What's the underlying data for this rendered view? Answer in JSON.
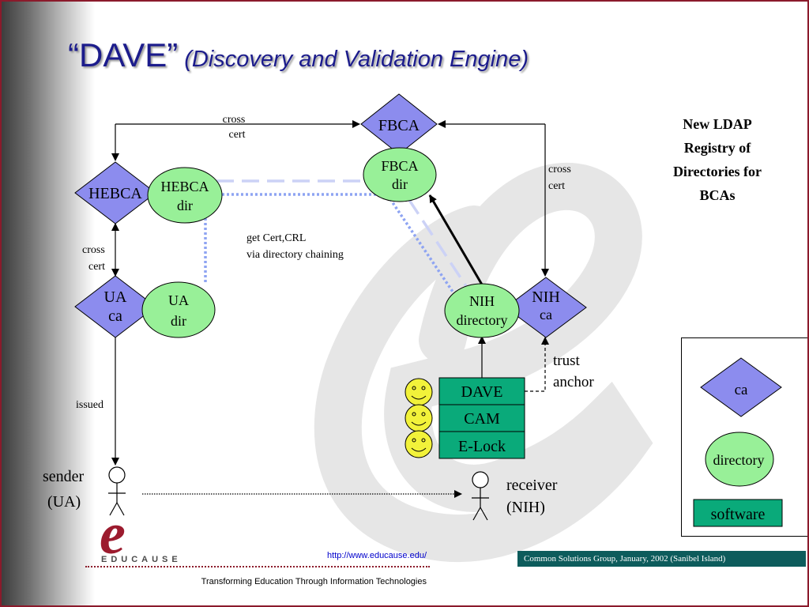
{
  "title": {
    "main": "“DAVE”",
    "sub": "(Discovery and Validation Engine)"
  },
  "nodes": {
    "fbca": "FBCA",
    "fbca_dir": [
      "FBCA",
      "dir"
    ],
    "hebca": "HEBCA",
    "hebca_dir": [
      "HEBCA",
      "dir"
    ],
    "ua_ca": [
      "UA",
      "ca"
    ],
    "ua_dir": [
      "UA",
      "dir"
    ],
    "nih_directory": [
      "NIH",
      "directory"
    ],
    "nih_ca": [
      "NIH",
      "ca"
    ]
  },
  "labels": {
    "cross_cert_top": [
      "cross",
      "cert"
    ],
    "cross_cert_right": [
      "cross",
      "cert"
    ],
    "cross_cert_left": [
      "cross",
      "cert"
    ],
    "get_cert": [
      "get Cert,CRL",
      "via directory chaining"
    ],
    "trust_anchor": [
      "trust",
      "anchor"
    ],
    "issued": "issued",
    "sender": [
      "sender",
      "(UA)"
    ],
    "receiver": [
      "receiver",
      "(NIH)"
    ]
  },
  "software": [
    "DAVE",
    "CAM",
    "E-Lock"
  ],
  "new_ldap": [
    "New LDAP",
    "Registry of",
    "Directories for",
    "BCAs"
  ],
  "legend": {
    "ca": "ca",
    "directory": "directory",
    "software": "software"
  },
  "logo": {
    "letter": "e",
    "name": "EDUCAUSE"
  },
  "footer": {
    "url": "http://www.educause.edu/",
    "tagline": "Transforming Education Through Information Technologies",
    "credit": "Common Solutions Group, January, 2002 (Sanibel Island)"
  },
  "colors": {
    "ca_fill": "#8c8cee",
    "directory_fill": "#98f098",
    "software_fill": "#0aaa7a",
    "smiley_fill": "#f2f23a",
    "title": "#1c1c8c",
    "chain_dotted": "#8ea4f2",
    "chain_dashed": "#ccd2f6",
    "watermark": "#e8e8e8",
    "logo": "#9c1b2e",
    "footer_bar": "#0d5c5c"
  }
}
